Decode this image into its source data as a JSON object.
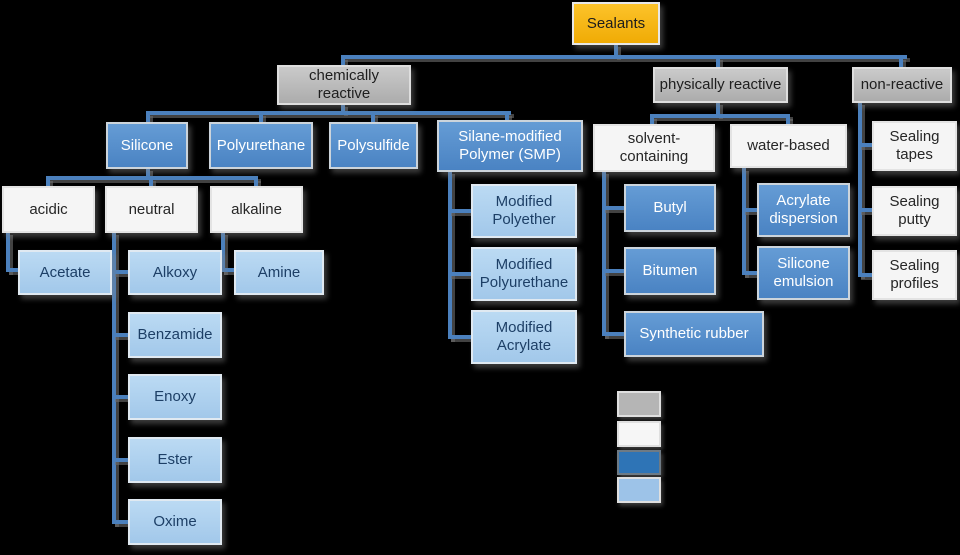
{
  "diagram_title": "Sealants",
  "nodes": {
    "root": {
      "label": "Sealants"
    },
    "chemically_reactive": {
      "label": "chemically reactive"
    },
    "physically_reactive": {
      "label": "physically reactive"
    },
    "non_reactive": {
      "label": "non-reactive"
    },
    "silicone": {
      "label": "Silicone"
    },
    "polyurethane": {
      "label": "Polyurethane"
    },
    "polysulfide": {
      "label": "Polysulfide"
    },
    "smp": {
      "label": "Silane-modified Polymer (SMP)"
    },
    "acidic": {
      "label": "acidic"
    },
    "neutral": {
      "label": "neutral"
    },
    "alkaline": {
      "label": "alkaline"
    },
    "acetate": {
      "label": "Acetate"
    },
    "alkoxy": {
      "label": "Alkoxy"
    },
    "amine": {
      "label": "Amine"
    },
    "benzamide": {
      "label": "Benzamide"
    },
    "enoxy": {
      "label": "Enoxy"
    },
    "ester": {
      "label": "Ester"
    },
    "oxime": {
      "label": "Oxime"
    },
    "modified_polyether": {
      "label": "Modified Polyether"
    },
    "modified_polyurethane": {
      "label": "Modified Polyurethane"
    },
    "modified_acrylate": {
      "label": "Modified Acrylate"
    },
    "solvent_containing": {
      "label": "solvent-containing"
    },
    "water_based": {
      "label": "water-based"
    },
    "butyl": {
      "label": "Butyl"
    },
    "bitumen": {
      "label": "Bitumen"
    },
    "synthetic_rubber": {
      "label": "Synthetic rubber"
    },
    "acrylate_dispersion": {
      "label": "Acrylate dispersion"
    },
    "silicone_emulsion": {
      "label": "Silicone emulsion"
    },
    "sealing_tapes": {
      "label": "Sealing tapes"
    },
    "sealing_putty": {
      "label": "Sealing putty"
    },
    "sealing_profiles": {
      "label": "Sealing profiles"
    }
  },
  "hierarchy": {
    "Sealants": {
      "chemically reactive": {
        "Silicone": {
          "acidic": [
            "Acetate"
          ],
          "neutral": [
            "Alkoxy",
            "Benzamide",
            "Enoxy",
            "Ester",
            "Oxime"
          ],
          "alkaline": [
            "Amine"
          ]
        },
        "Polyurethane": [],
        "Polysulfide": [],
        "Silane-modified Polymer (SMP)": [
          "Modified Polyether",
          "Modified Polyurethane",
          "Modified Acrylate"
        ]
      },
      "physically reactive": {
        "solvent-containing": [
          "Butyl",
          "Bitumen",
          "Synthetic rubber"
        ],
        "water-based": [
          "Acrylate dispersion",
          "Silicone emulsion"
        ]
      },
      "non-reactive": [
        "Sealing tapes",
        "Sealing putty",
        "Sealing profiles"
      ]
    }
  },
  "colors": {
    "background": "#000000",
    "root_fill": "#f6b511",
    "category_fill": "#bdbdbd",
    "type_fill": "#548cc8",
    "subtype_fill": "#a9cdec",
    "neutral_fill": "#f5f5f5",
    "connector": "#4b80bd"
  },
  "legend": {
    "swatches": [
      {
        "name": "gray",
        "color": "#b5b5b5"
      },
      {
        "name": "white",
        "color": "#f6f6f6"
      },
      {
        "name": "blue",
        "color": "#2e74b6"
      },
      {
        "name": "light-blue",
        "color": "#9dc3e8"
      }
    ]
  }
}
